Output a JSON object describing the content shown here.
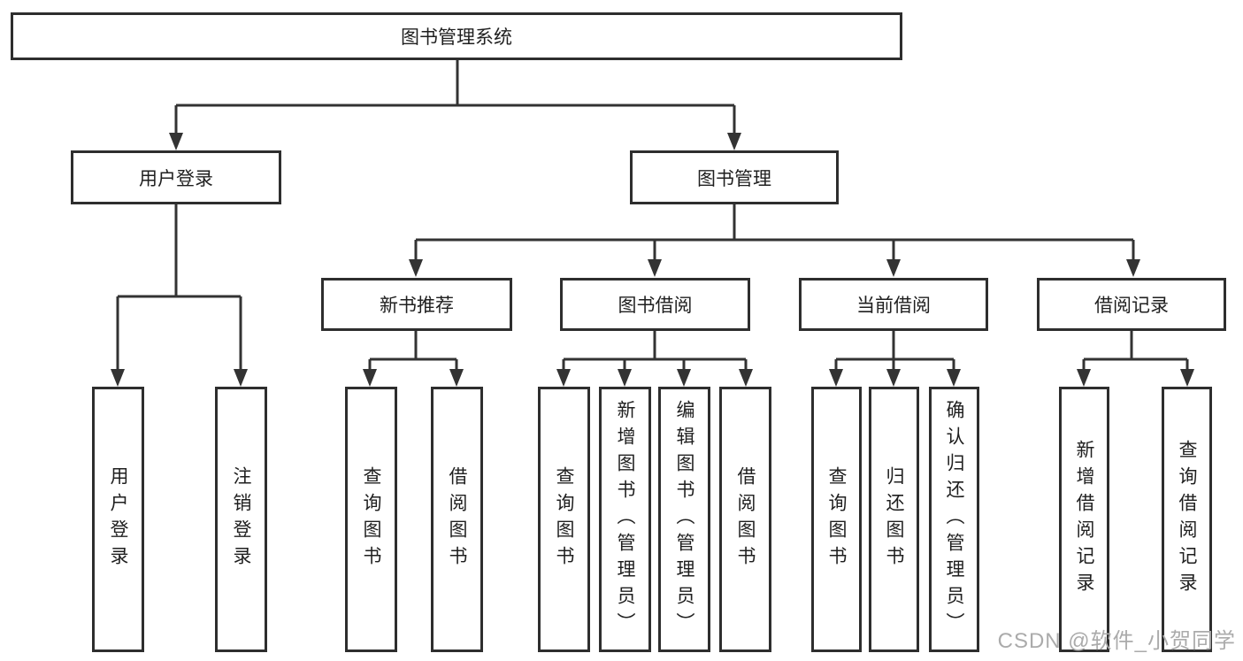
{
  "system": {
    "label": "图书管理系统"
  },
  "modules": [
    {
      "label": "用户登录",
      "features": [
        {
          "label": "用户登录"
        },
        {
          "label": "注销登录"
        }
      ]
    },
    {
      "label": "图书管理",
      "submodules": [
        {
          "label": "新书推荐",
          "features": [
            {
              "label": "查询图书"
            },
            {
              "label": "借阅图书"
            }
          ]
        },
        {
          "label": "图书借阅",
          "features": [
            {
              "label": "查询图书"
            },
            {
              "label": "新增图书（管理员）"
            },
            {
              "label": "编辑图书（管理员）"
            },
            {
              "label": "借阅图书"
            }
          ]
        },
        {
          "label": "当前借阅",
          "features": [
            {
              "label": "查询图书"
            },
            {
              "label": "归还图书"
            },
            {
              "label": "确认归还（管理员）"
            }
          ]
        },
        {
          "label": "借阅记录",
          "features": [
            {
              "label": "新增借阅记录"
            },
            {
              "label": "查询借阅记录"
            }
          ]
        }
      ]
    }
  ],
  "watermark": {
    "text": "CSDN @软件_小贺同学"
  },
  "colors": {
    "line": "#333333",
    "box_border": "#2e2e2e",
    "text": "#1f1f1f",
    "watermark": "#ababab",
    "background": "#ffffff"
  }
}
